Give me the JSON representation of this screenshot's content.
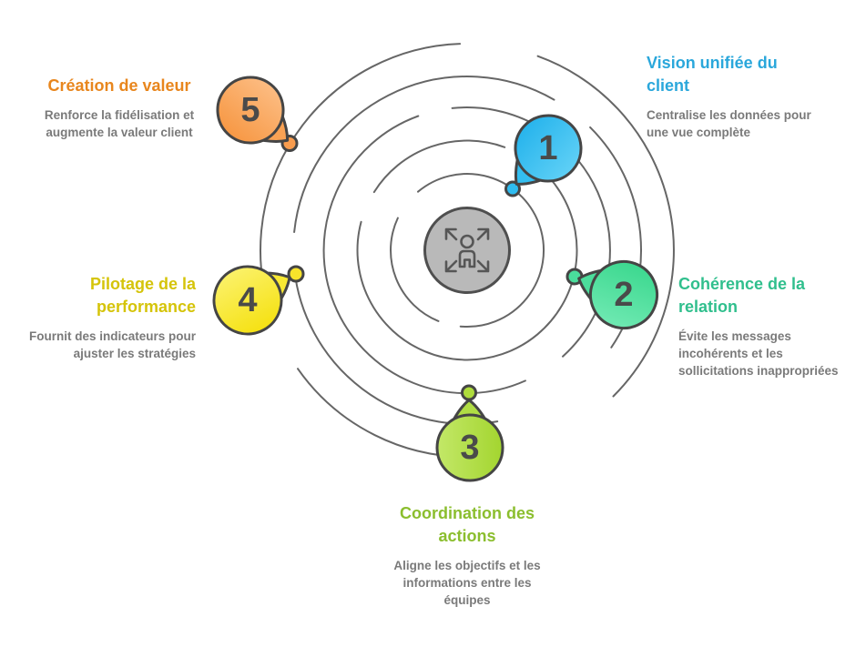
{
  "diagram": {
    "background_color": "#FFFFFF",
    "orbit_color": "#666666",
    "description_color": "#7A7A7A",
    "number_color": "#4A4A4A",
    "center": {
      "icon": "person-expand-icon",
      "fill_color": "#B9B9B9",
      "stroke_color": "#4F4F4F"
    },
    "items": [
      {
        "number": "1",
        "title": "Vision unifiée du\nclient",
        "description": "Centralise les données pour\nune vue complète",
        "title_color": "#2AA7DB",
        "bubble_color_top": "#5FD0F6",
        "bubble_color_bottom": "#27B4EC",
        "tail_color": "#33BEF0",
        "dot_color": "#2FBCF0"
      },
      {
        "number": "2",
        "title": "Cohérence de la\nrelation",
        "description": "Évite les messages\nincohérents et les\nsollicitations inappropriées",
        "title_color": "#30BF8D",
        "bubble_color_top": "#6FE9B2",
        "bubble_color_bottom": "#3CD88F",
        "tail_color": "#4CDD9C",
        "dot_color": "#4ADE9C"
      },
      {
        "number": "3",
        "title": "Coordination des\nactions",
        "description": "Aligne les objectifs et les\ninformations entre les\néquipes",
        "title_color": "#8BBE2E",
        "bubble_color_top": "#C3E868",
        "bubble_color_bottom": "#A3D52F",
        "tail_color": "#B0DD44",
        "dot_color": "#AEDC3C"
      },
      {
        "number": "4",
        "title": "Pilotage de la\nperformance",
        "description": "Fournit des indicateurs pour\najuster les stratégies",
        "title_color": "#D5C40A",
        "bubble_color_top": "#FBF169",
        "bubble_color_bottom": "#F5E112",
        "tail_color": "#F8E833",
        "dot_color": "#F7E32B"
      },
      {
        "number": "5",
        "title": "Création de valeur",
        "description": "Renforce la fidélisation et\naugmente la valeur client",
        "title_color": "#E8861D",
        "bubble_color_top": "#FCBC82",
        "bubble_color_bottom": "#F79844",
        "tail_color": "#F9A254",
        "dot_color": "#F89C4E"
      }
    ]
  }
}
